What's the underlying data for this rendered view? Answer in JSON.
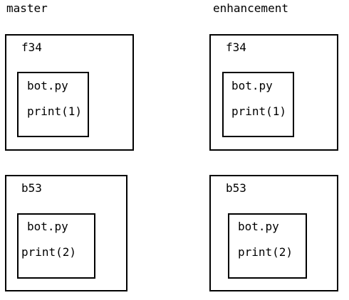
{
  "branches": [
    {
      "name": "master",
      "commits": [
        {
          "id": "f34",
          "file": {
            "name": "bot.py",
            "content": "print(1)"
          }
        },
        {
          "id": "b53",
          "file": {
            "name": "bot.py",
            "content": "print(2)"
          }
        }
      ]
    },
    {
      "name": "enhancement",
      "commits": [
        {
          "id": "f34",
          "file": {
            "name": "bot.py",
            "content": "print(1)"
          }
        },
        {
          "id": "b53",
          "file": {
            "name": "bot.py",
            "content": "print(2)"
          }
        }
      ]
    }
  ]
}
